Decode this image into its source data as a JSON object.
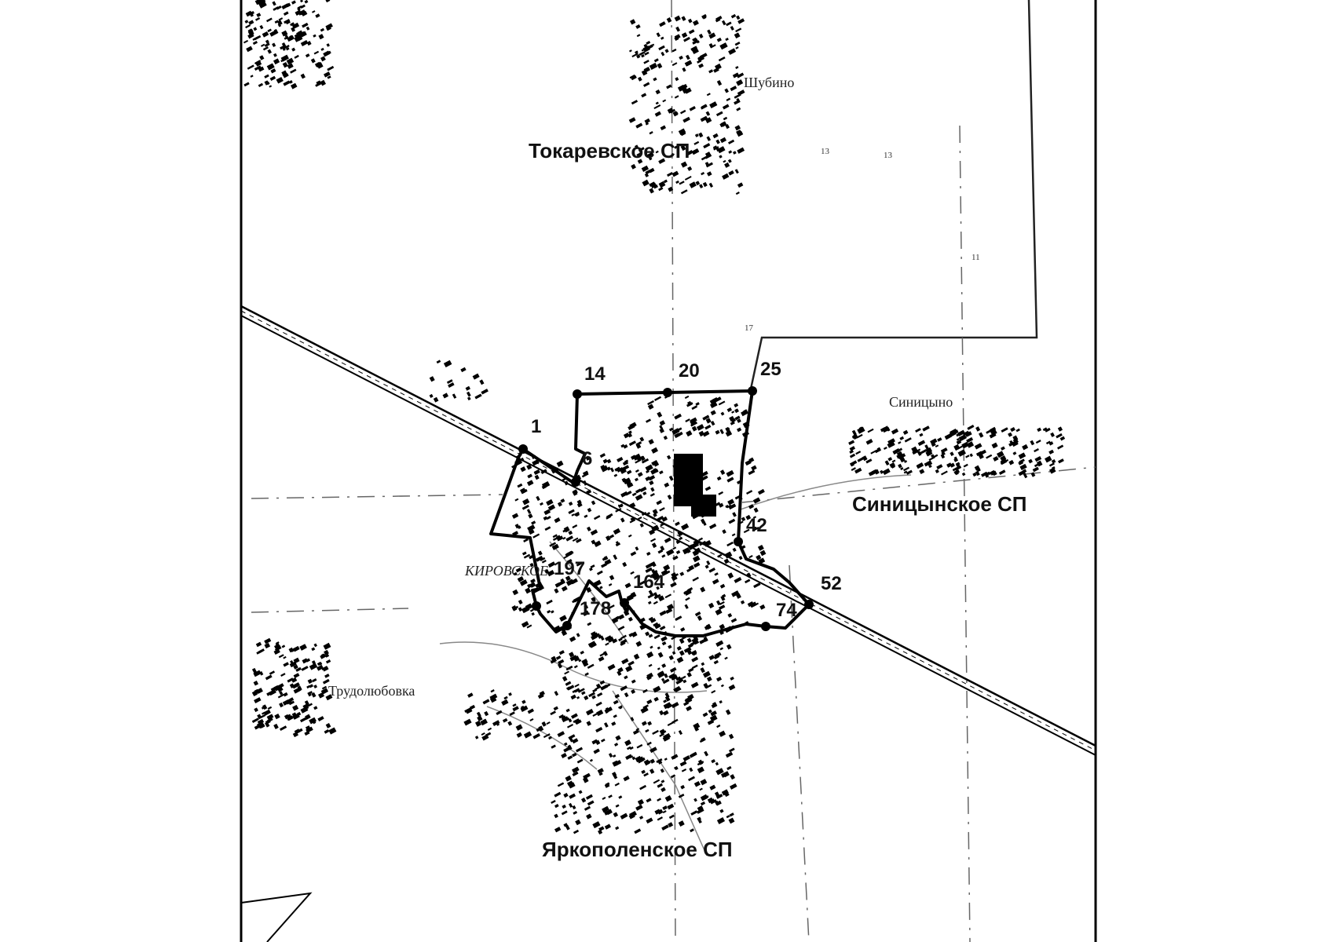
{
  "map": {
    "regions": [
      {
        "id": "tokarevskoe",
        "label": "Токаревское СП"
      },
      {
        "id": "sinitsynskoe",
        "label": "Синицынское СП"
      },
      {
        "id": "yarkopolenskoe",
        "label": "Яркополенское СП"
      }
    ],
    "villages": [
      {
        "id": "shubino",
        "label": "Шубино"
      },
      {
        "id": "sinitsyno",
        "label": "Синицыно"
      },
      {
        "id": "kirovskoe",
        "label": "КИРОВСКОЕ"
      },
      {
        "id": "trudolyubovka",
        "label": "Трудолюбовка"
      }
    ],
    "boundary_points": [
      "1",
      "6",
      "14",
      "20",
      "25",
      "42",
      "52",
      "74",
      "164",
      "178",
      "197"
    ],
    "minor_labels": [
      "13",
      "13",
      "11",
      "17"
    ]
  }
}
